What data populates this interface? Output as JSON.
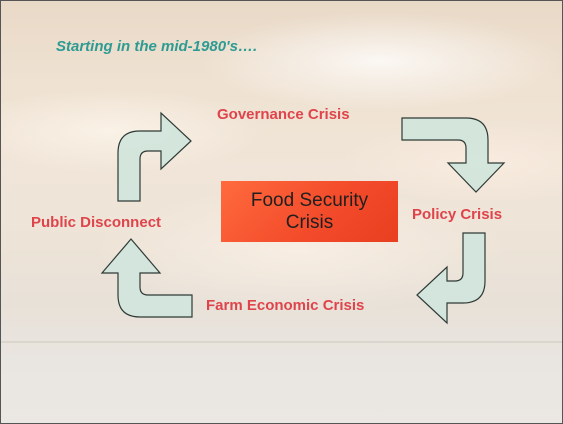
{
  "slide": {
    "subtitle": "Starting in the mid-1980's….",
    "center_box": "Food Security\nCrisis",
    "labels": {
      "governance": "Governance Crisis",
      "policy": "Policy Crisis",
      "farm": "Farm Economic Crisis",
      "public": "Public Disconnect"
    },
    "colors": {
      "label_text": "#e0444b",
      "subtitle_text": "#2e9b93",
      "center_box_fill": "#f24a2a",
      "arrow_fill": "#cfe5dc"
    },
    "arrows": [
      {
        "name": "arrow-public-to-governance",
        "icon": "curved-arrow-up-right"
      },
      {
        "name": "arrow-governance-to-policy",
        "icon": "curved-arrow-right-down"
      },
      {
        "name": "arrow-policy-to-farm",
        "icon": "curved-arrow-down-left"
      },
      {
        "name": "arrow-farm-to-public",
        "icon": "curved-arrow-left-up"
      }
    ]
  }
}
